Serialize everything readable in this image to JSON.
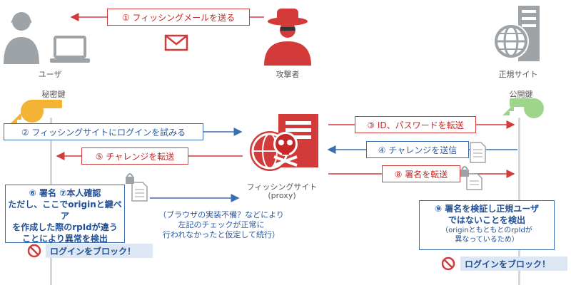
{
  "actors": {
    "user": "ユーザ",
    "attacker": "攻撃者",
    "legit_site": "正規サイト",
    "phishing_site": "フィッシングサイト",
    "phishing_site_sub": "(proxy)"
  },
  "keys": {
    "private_key": "秘密鍵",
    "public_key": "公開鍵"
  },
  "steps": {
    "s1": "① フィッシングメールを送る",
    "s2": "② フィッシングサイトにログインを試みる",
    "s3": "③ ID、パスワードを転送",
    "s4": "④ チャレンジを送信",
    "s5": "⑤ チャレンジを転送",
    "s8": "⑧ 署名を転送"
  },
  "user_box": {
    "line1": "⑥ 署名 ⑦本人確認",
    "line2": "ただし、ここでoriginと鍵ペア",
    "line3": "を作成した際のrpIdが違う",
    "line4": "ことにより異常を検出"
  },
  "user_note": {
    "line1": "（ブラウザの実装不備？などにより",
    "line2": "左記のチェックが正常に",
    "line3": "行われなかったと仮定して続行）"
  },
  "site_box": {
    "line1": "⑨ 署名を検証し正規ユーザ",
    "line2": "ではないことを検出",
    "line3": "（originともともとのrpIdが",
    "line4": "異なっているため）"
  },
  "blocks": {
    "user": "ログインをブロック！",
    "site": "ログインをブロック！"
  },
  "colors": {
    "red": "#d33a3a",
    "blue": "#3b6db1",
    "gray": "#9ea3a8",
    "key_orange": "#f5b335",
    "key_green": "#9ed58b"
  }
}
